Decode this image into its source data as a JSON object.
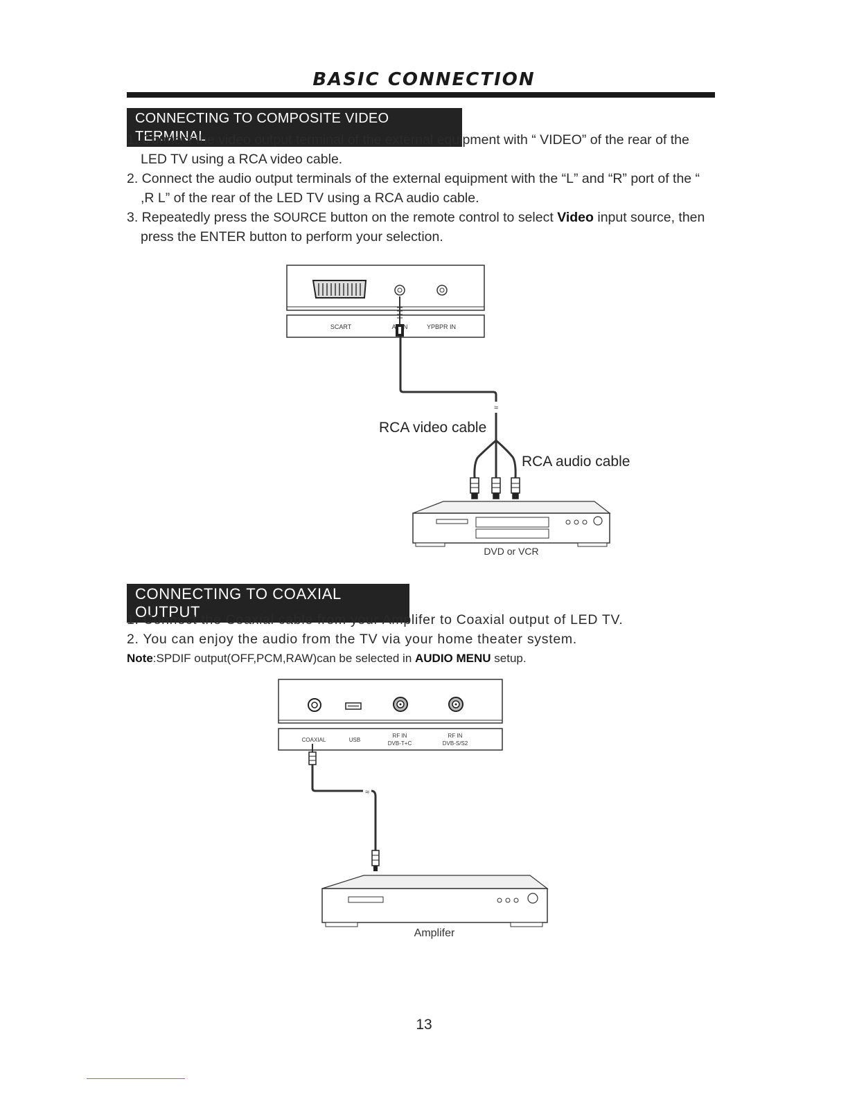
{
  "title": "BASIC CONNECTION",
  "section1": {
    "heading": "CONNECTING TO COMPOSITE VIDEO TERMINAL",
    "step1_line1": "1. Connect the video output terminal of the external equipment with “ VIDEO” of  the  rear of the",
    "step1_line2": "LED TV using a RCA video cable.",
    "step2_line1": "2. Connect the audio output terminals of the external equipment with the “L” and “R” port of the “",
    "step2_line2": ",R L” of the rear of the LED TV using a RCA audio cable.",
    "step3_prefix": "3. Repeatedly press the ",
    "step3_source": "SOURCE",
    "step3_mid": " button on the remote control to select ",
    "step3_video": "Video",
    "step3_suffix": " input source, then",
    "step3_line2": "press the ENTER button to perform your selection."
  },
  "diagram1": {
    "label_scart": "SCART",
    "label_avin": "AV IN",
    "label_ypbpr": "YPBPR IN",
    "label_video_cable": "RCA video cable",
    "label_audio_cable": "RCA audio cable",
    "label_device": "DVD or VCR"
  },
  "section2": {
    "heading": "CONNECTING TO COAXIAL OUTPUT",
    "step1": "1. Connect the Coaxial cable from your Amplifer to Coaxial output of LED TV.",
    "step2": "2. You can enjoy the audio from the TV via your home theater system.",
    "note_label": "Note",
    "note_text": ":SPDIF output(OFF,PCM,RAW)can be selected in ",
    "note_menu": "AUDIO MENU",
    "note_suffix": " setup."
  },
  "diagram2": {
    "label_coaxial": "COAXIAL",
    "label_usb": "USB",
    "label_rf1_line1": "RF IN",
    "label_rf1_line2": "DVB-T+C",
    "label_rf2_line1": "RF IN",
    "label_rf2_line2": "DVB-S/S2",
    "label_device": "Amplifer"
  },
  "page_number": "13"
}
